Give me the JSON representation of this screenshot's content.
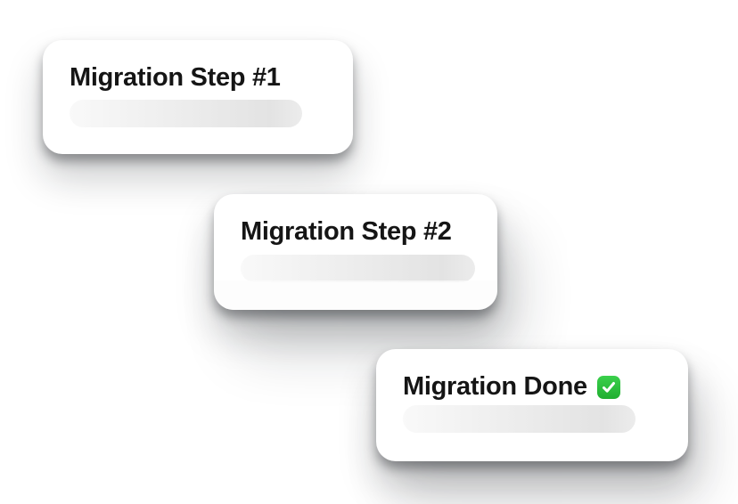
{
  "page": {
    "background_color": "#ffffff"
  },
  "cards": [
    {
      "title": "Migration Step #1",
      "has_check_icon": false,
      "progress_pill": "empty-skeleton-bar"
    },
    {
      "title": "Migration Step #2",
      "has_check_icon": false,
      "progress_pill": "empty-skeleton-bar"
    },
    {
      "title": "Migration Done",
      "has_check_icon": true,
      "check_icon": "white-check-on-green",
      "progress_pill": "empty-skeleton-bar"
    }
  ],
  "colors": {
    "card_background": "#ffffff",
    "title_text": "#151515",
    "pill_gradient_start": "#f9f9f9",
    "pill_gradient_end": "#e3e3e3",
    "check_green_top": "#3bd04c",
    "check_green_bottom": "#1fae30",
    "shadow": "rgba(20,24,28,0.38)"
  }
}
